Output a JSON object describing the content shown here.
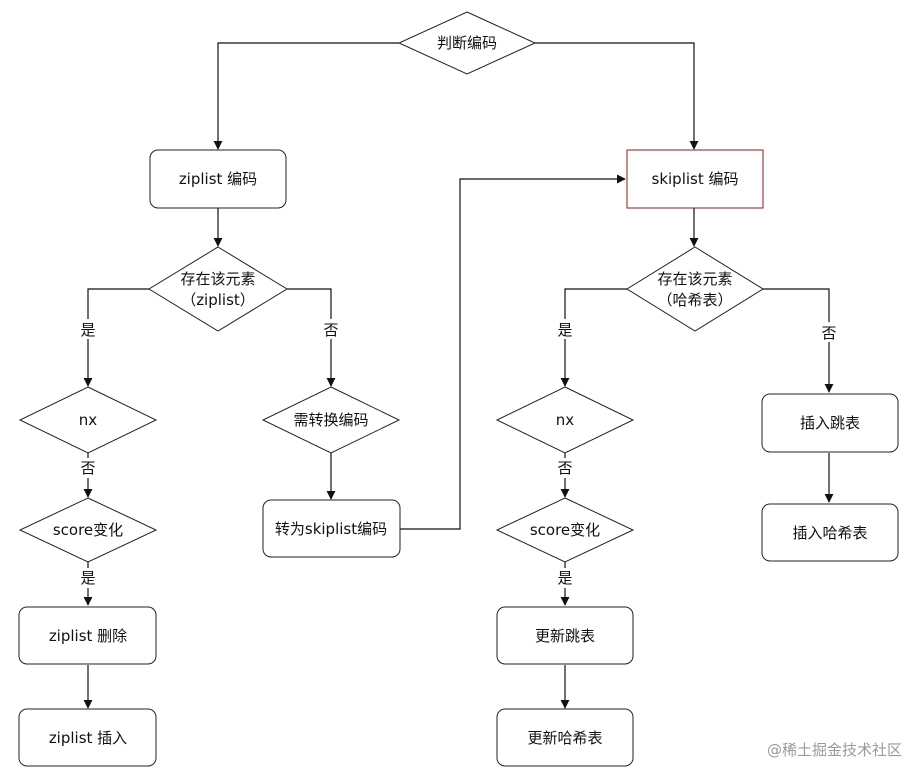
{
  "nodes": {
    "judge_encoding": "判断编码",
    "ziplist_encoding": "ziplist 编码",
    "skiplist_encoding": "skiplist 编码",
    "exists_ziplist_line1": "存在该元素",
    "exists_ziplist_line2": "（ziplist）",
    "exists_hash_line1": "存在该元素",
    "exists_hash_line2": "（哈希表）",
    "nx_left": "nx",
    "nx_right": "nx",
    "need_convert": "需转换编码",
    "convert_to_skiplist": "转为skiplist编码",
    "insert_skiplist": "插入跳表",
    "insert_hash": "插入哈希表",
    "score_change_left": "score变化",
    "score_change_right": "score变化",
    "ziplist_delete": "ziplist 删除",
    "ziplist_insert": "ziplist 插入",
    "update_skiplist": "更新跳表",
    "update_hash": "更新哈希表"
  },
  "edge_labels": {
    "left_yes": "是",
    "left_no": "否",
    "left_nx_no": "否",
    "left_score_yes": "是",
    "right_yes": "是",
    "right_no": "否",
    "right_nx_no": "否",
    "right_score_yes": "是"
  },
  "watermark": "@稀土掘金技术社区",
  "colors": {
    "stroke": "#222222",
    "skiplist_box_border": "#8b1e1e",
    "watermark": "#9a9a9a"
  }
}
